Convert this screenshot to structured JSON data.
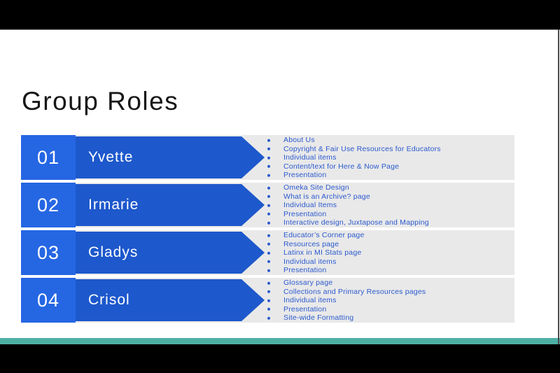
{
  "slide_title": "Group Roles",
  "rows": [
    {
      "number": "01",
      "name": "Yvette",
      "tasks": [
        "About Us",
        "Copyright & Fair Use Resources for Educators",
        "Individual items",
        "Content/text for Here & Now Page",
        "Presentation"
      ]
    },
    {
      "number": "02",
      "name": "Irmarie",
      "tasks": [
        "Omeka Site Design",
        "What is an Archive? page",
        "Individual Items",
        "Presentation",
        "Interactive design, Juxtapose and Mapping"
      ]
    },
    {
      "number": "03",
      "name": "Gladys",
      "tasks": [
        "Educator’s Corner page",
        "Resources page",
        "Latinx in MI Stats page",
        "Individual items",
        "Presentation"
      ]
    },
    {
      "number": "04",
      "name": "Crisol",
      "tasks": [
        "Glossary page",
        "Collections and Primary Resources pages",
        "Individual items",
        "Presentation",
        "Site-wide Formatting"
      ]
    }
  ],
  "colors": {
    "number_box_blue": "#2566E3",
    "arrow_blue": "#1D58CC",
    "task_text_blue": "#2B59CE",
    "band_gray": "#E9E9E9",
    "accent_teal": "#4DB0A4",
    "letterbox_black": "#000000"
  }
}
